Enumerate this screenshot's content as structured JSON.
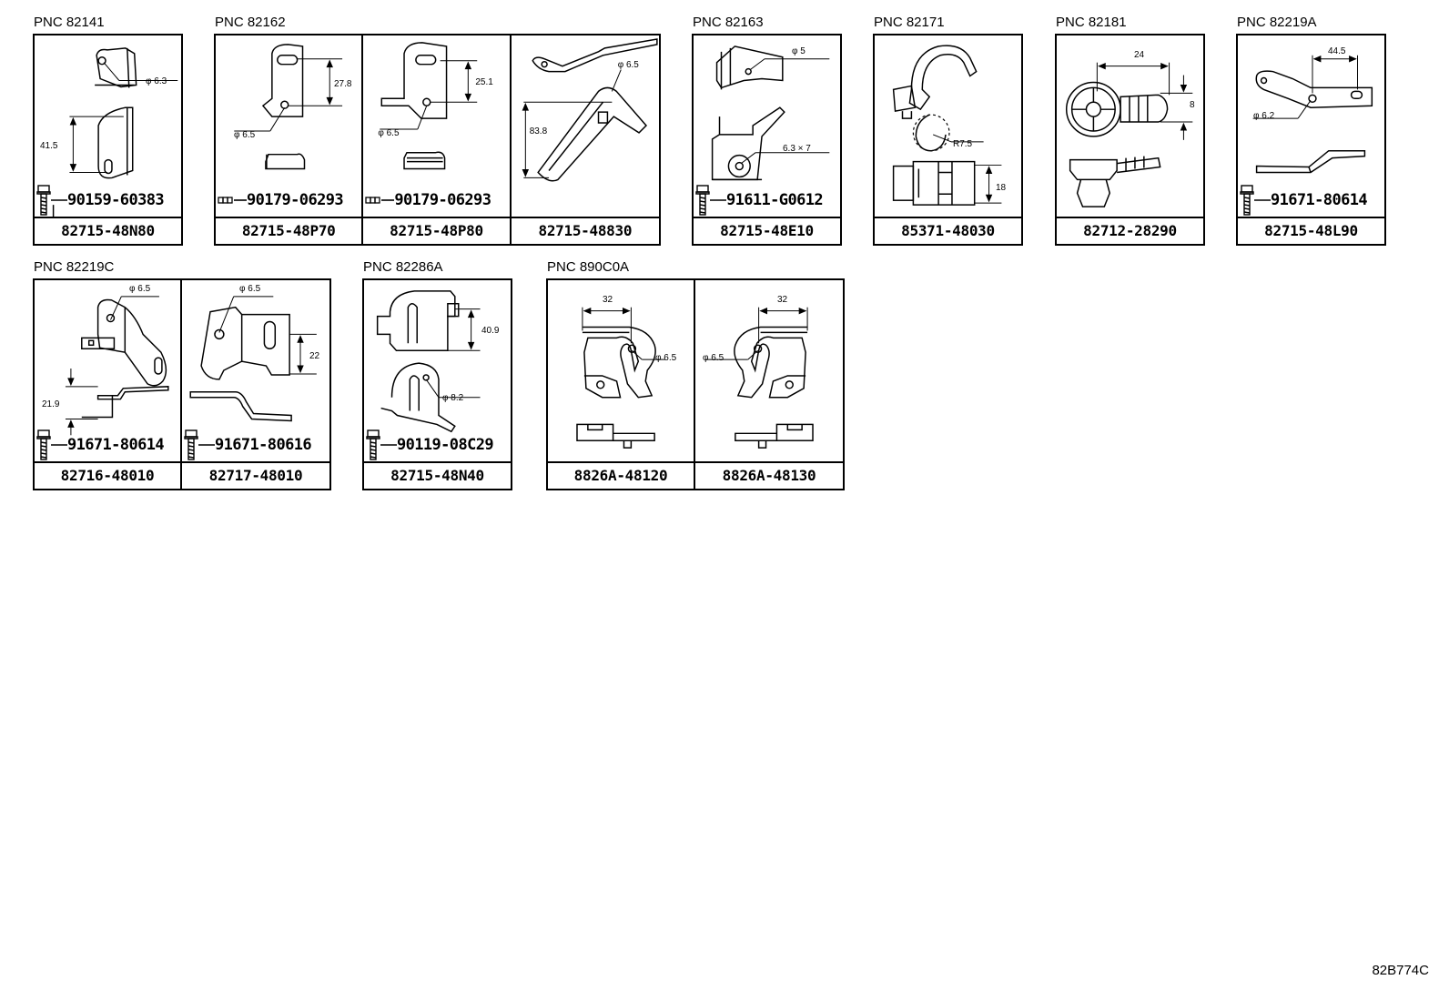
{
  "groups": [
    {
      "pnc": "PNC 82141",
      "cells": [
        {
          "part": "82715-48N80",
          "fastener": "90159-60383",
          "fastener_icon": "bolt-icon",
          "dims": [
            "φ 6.3",
            "41.5"
          ]
        }
      ]
    },
    {
      "pnc": "PNC 82162",
      "cells": [
        {
          "part": "82715-48P70",
          "fastener": "90179-06293",
          "fastener_icon": "nut-icon",
          "dims": [
            "27.8",
            "φ 6.5"
          ]
        },
        {
          "part": "82715-48P80",
          "fastener": "90179-06293",
          "fastener_icon": "nut-icon",
          "dims": [
            "25.1",
            "φ 6.5"
          ]
        },
        {
          "part": "82715-48830",
          "fastener": "",
          "fastener_icon": "",
          "dims": [
            "φ 6.5",
            "83.8"
          ]
        }
      ]
    },
    {
      "pnc": "PNC 82163",
      "cells": [
        {
          "part": "82715-48E10",
          "fastener": "91611-G0612",
          "fastener_icon": "bolt-icon",
          "dims": [
            "φ 5",
            "6.3 × 7"
          ]
        }
      ]
    },
    {
      "pnc": "PNC 82171",
      "cells": [
        {
          "part": "85371-48030",
          "fastener": "",
          "fastener_icon": "",
          "dims": [
            "R7.5",
            "18"
          ]
        }
      ]
    },
    {
      "pnc": "PNC 82181",
      "cells": [
        {
          "part": "82712-28290",
          "fastener": "",
          "fastener_icon": "",
          "dims": [
            "24",
            "8"
          ]
        }
      ]
    },
    {
      "pnc": "PNC 82219A",
      "cells": [
        {
          "part": "82715-48L90",
          "fastener": "91671-80614",
          "fastener_icon": "bolt-icon",
          "dims": [
            "44.5",
            "φ 6.2"
          ]
        }
      ]
    },
    {
      "pnc": "PNC 82219C",
      "cells": [
        {
          "part": "82716-48010",
          "fastener": "91671-80614",
          "fastener_icon": "bolt-icon",
          "dims": [
            "φ 6.5",
            "21.9"
          ]
        },
        {
          "part": "82717-48010",
          "fastener": "91671-80616",
          "fastener_icon": "bolt-icon",
          "dims": [
            "φ 6.5",
            "22"
          ]
        }
      ]
    },
    {
      "pnc": "PNC 82286A",
      "cells": [
        {
          "part": "82715-48N40",
          "fastener": "90119-08C29",
          "fastener_icon": "bolt-icon",
          "dims": [
            "40.9",
            "φ 8.2"
          ]
        }
      ]
    },
    {
      "pnc": "PNC 890C0A",
      "cells": [
        {
          "part": "8826A-48120",
          "fastener": "",
          "fastener_icon": "",
          "dims": [
            "32",
            "φ 6.5"
          ]
        },
        {
          "part": "8826A-48130",
          "fastener": "",
          "fastener_icon": "",
          "dims": [
            "32",
            "φ 6.5"
          ]
        }
      ]
    }
  ],
  "footer_code": "82B774C"
}
